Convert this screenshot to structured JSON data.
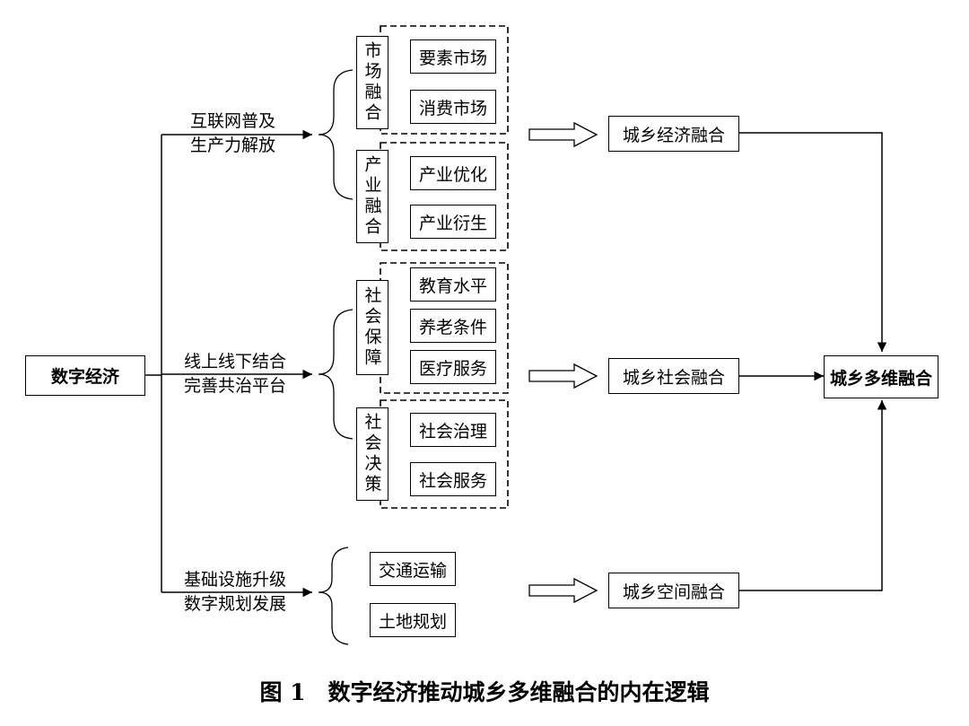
{
  "root": "数字经济",
  "branches": [
    {
      "line1": "互联网普及",
      "line2": "生产力解放"
    },
    {
      "line1": "线上线下结合",
      "line2": "完善共治平台"
    },
    {
      "line1": "基础设施升级",
      "line2": "数字规划发展"
    }
  ],
  "groups": {
    "market": {
      "title": "市场融合",
      "items": [
        "要素市场",
        "消费市场"
      ]
    },
    "industry": {
      "title": "产业融合",
      "items": [
        "产业优化",
        "产业衍生"
      ]
    },
    "security": {
      "title": "社会保障",
      "items": [
        "教育水平",
        "养老条件",
        "医疗服务"
      ]
    },
    "decision": {
      "title": "社会决策",
      "items": [
        "社会治理",
        "社会服务"
      ]
    },
    "space": {
      "items": [
        "交通运输",
        "土地规划"
      ]
    }
  },
  "outcomes": [
    "城乡经济融合",
    "城乡社会融合",
    "城乡空间融合"
  ],
  "final": "城乡多维融合",
  "caption": "图 1　数字经济推动城乡多维融合的内在逻辑"
}
